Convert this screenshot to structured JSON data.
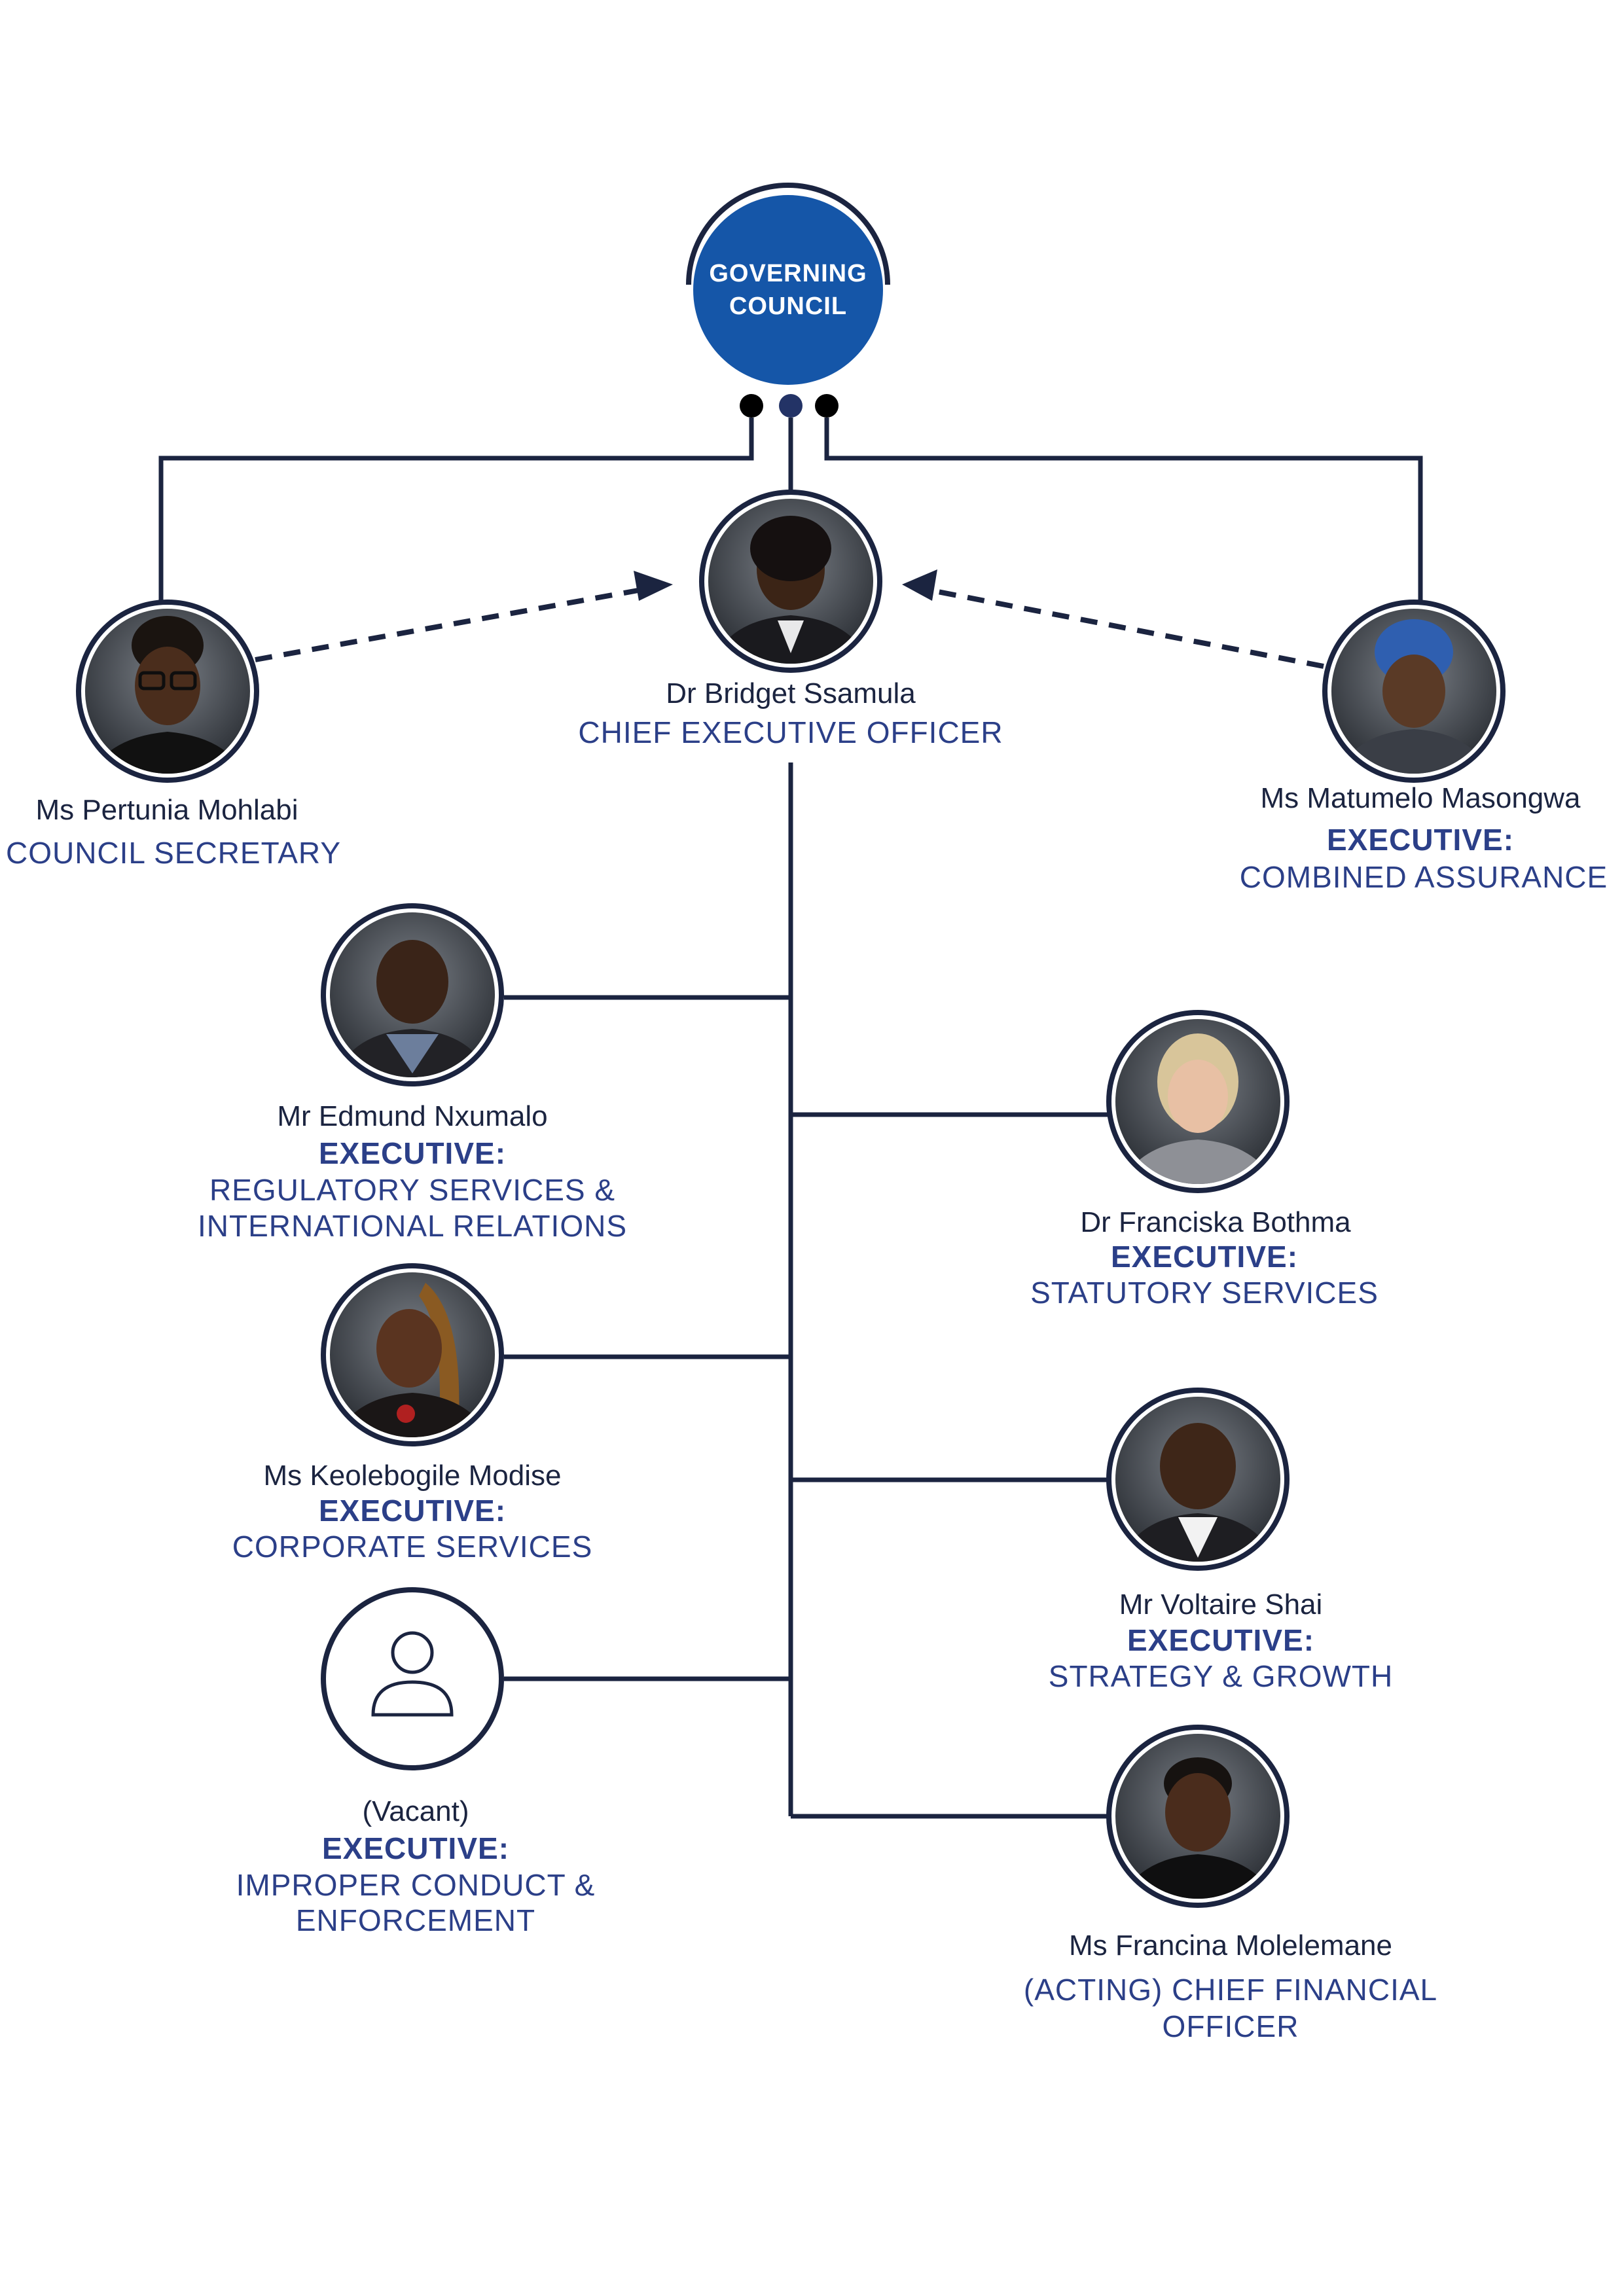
{
  "governing_council": {
    "line1": "GOVERNING",
    "line2": "COUNCIL"
  },
  "colors": {
    "navy": "#1b2440",
    "council_blue": "#1556a8",
    "role_blue": "#2b3f88"
  },
  "people": {
    "ceo": {
      "name": "Dr Bridget Ssamula",
      "role": "CHIEF EXECUTIVE OFFICER"
    },
    "secretary": {
      "name": "Ms Pertunia Mohlabi",
      "role": "COUNCIL SECRETARY"
    },
    "assurance": {
      "name": "Ms Matumelo Masongwa",
      "exec": "EXECUTIVE:",
      "role": "COMBINED ASSURANCE"
    },
    "regulatory": {
      "name": "Mr Edmund Nxumalo",
      "exec": "EXECUTIVE:",
      "role1": "REGULATORY SERVICES &",
      "role2": "INTERNATIONAL RELATIONS"
    },
    "statutory": {
      "name": "Dr Franciska Bothma",
      "exec": "EXECUTIVE:",
      "role": "STATUTORY SERVICES"
    },
    "corporate": {
      "name": "Ms Keolebogile Modise",
      "exec": "EXECUTIVE:",
      "role": "CORPORATE SERVICES"
    },
    "strategy": {
      "name": "Mr Voltaire Shai",
      "exec": "EXECUTIVE:",
      "role": "STRATEGY & GROWTH"
    },
    "improper": {
      "name": "(Vacant)",
      "exec": "EXECUTIVE:",
      "role1": "IMPROPER CONDUCT &",
      "role2": "ENFORCEMENT"
    },
    "cfo": {
      "name": "Ms Francina Molelemane",
      "role1": "(ACTING) CHIEF FINANCIAL",
      "role2": "OFFICER"
    }
  }
}
